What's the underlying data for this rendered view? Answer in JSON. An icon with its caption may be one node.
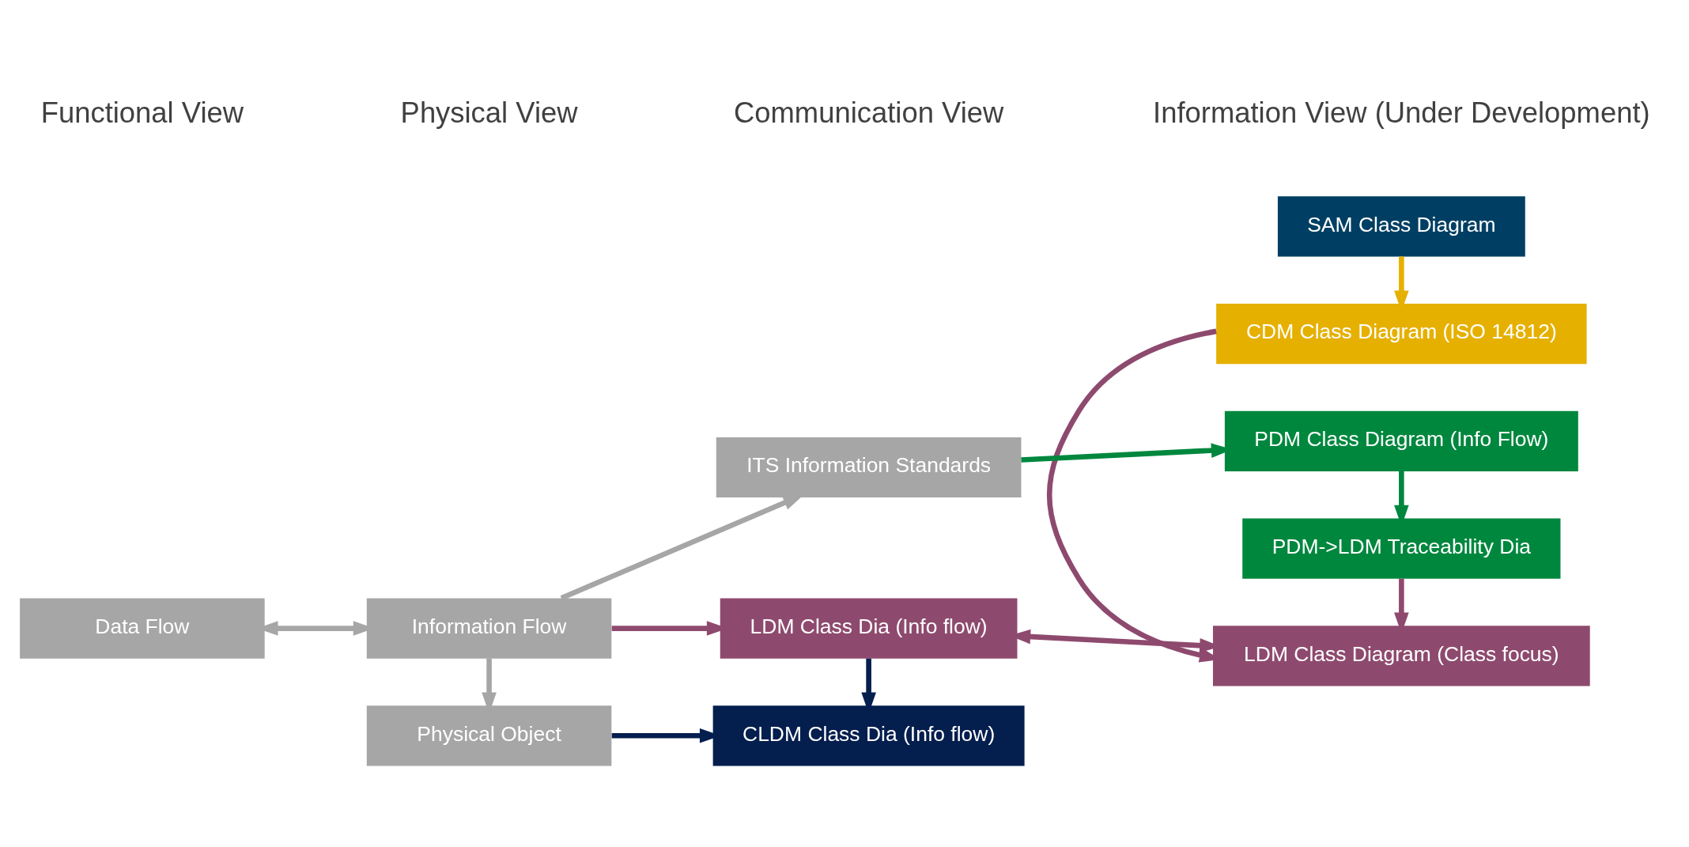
{
  "diagram": {
    "nodes": [
      {
        "text": [
          "SAM Class Diagram"
        ]
      },
      {
        "text": [
          "CDM Class Diagram (ISO 14812)"
        ]
      },
      {
        "text": [
          "LDM Class Dia (Info flow)"
        ]
      },
      {
        "text": [
          "LDM Class Diagram (Class focus)"
        ]
      },
      {
        "text": [
          "Physical Object"
        ]
      },
      {
        "text": [
          "CLDM Class Dia (Info flow)"
        ]
      },
      {
        "text": [
          "PDM->LDM Traceability Dia"
        ]
      },
      {
        "text": [
          "Data Flow"
        ]
      },
      {
        "text": [
          "Information Flow"
        ]
      },
      {
        "text": [
          "ITS Information Standards"
        ]
      },
      {
        "text": [
          "PDM Class Diagram (Info Flow)"
        ]
      }
    ],
    "edges": [
      {
        "from": 0,
        "to": 1,
        "arrow": "to",
        "color": "#e6b000"
      },
      {
        "from": 1,
        "to": 3,
        "arrow": "to",
        "color": "#8e4a6e"
      },
      {
        "from": 8,
        "to": 2,
        "arrow": "to",
        "color": "#8e4a6e"
      },
      {
        "from": 2,
        "to": 3,
        "arrow": "both",
        "color": "#8e4a6e"
      },
      {
        "from": 2,
        "to": 5,
        "arrow": "to",
        "color": "#041e4e"
      },
      {
        "from": 4,
        "to": 5,
        "arrow": "to",
        "color": "#041e4e"
      },
      {
        "from": 6,
        "to": 3,
        "arrow": "to",
        "color": "#8e4a6e"
      },
      {
        "from": 7,
        "to": 8,
        "arrow": "both",
        "color": "#a6a6a6"
      },
      {
        "from": 8,
        "to": 4,
        "arrow": "to",
        "color": "#a6a6a6"
      },
      {
        "from": 8,
        "to": 9,
        "arrow": "to",
        "color": "#a6a6a6"
      },
      {
        "from": 9,
        "to": 10,
        "arrow": "to",
        "color": "#00873e"
      },
      {
        "from": 10,
        "to": 6,
        "arrow": "to",
        "color": "#00873e"
      }
    ],
    "labels": [
      "Functional View",
      "Physical View",
      "Communication View",
      "Information View (Under Development)"
    ]
  }
}
